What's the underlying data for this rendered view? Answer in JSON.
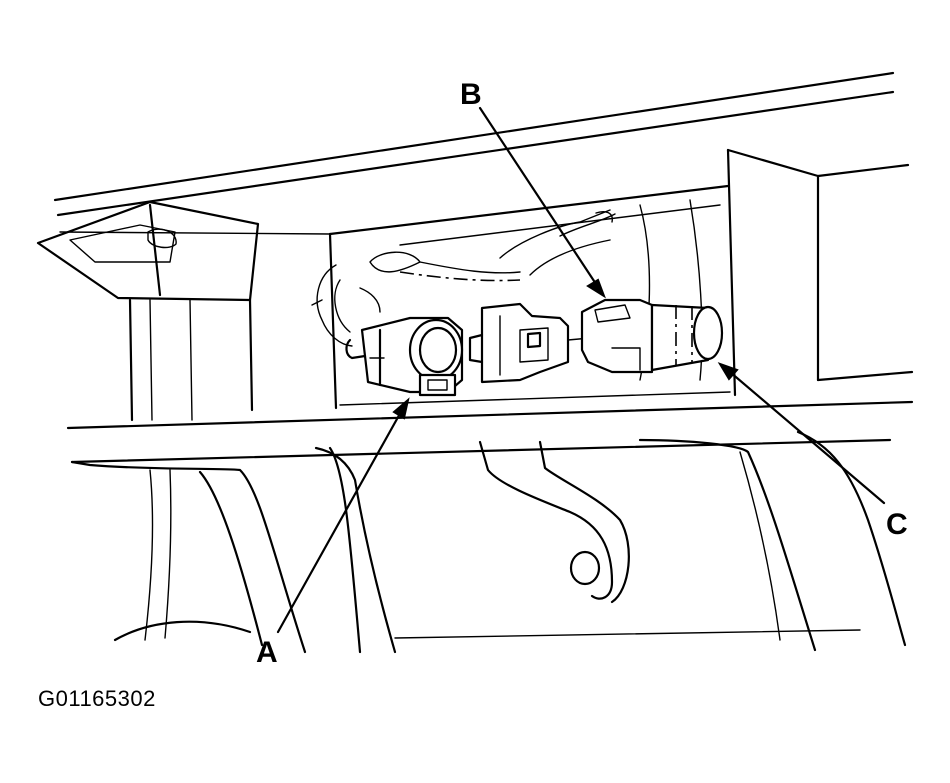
{
  "callouts": {
    "a": "A",
    "b": "B",
    "c": "C"
  },
  "figure_code": "G01165302",
  "colors": {
    "line": "#000000",
    "background": "#ffffff"
  }
}
